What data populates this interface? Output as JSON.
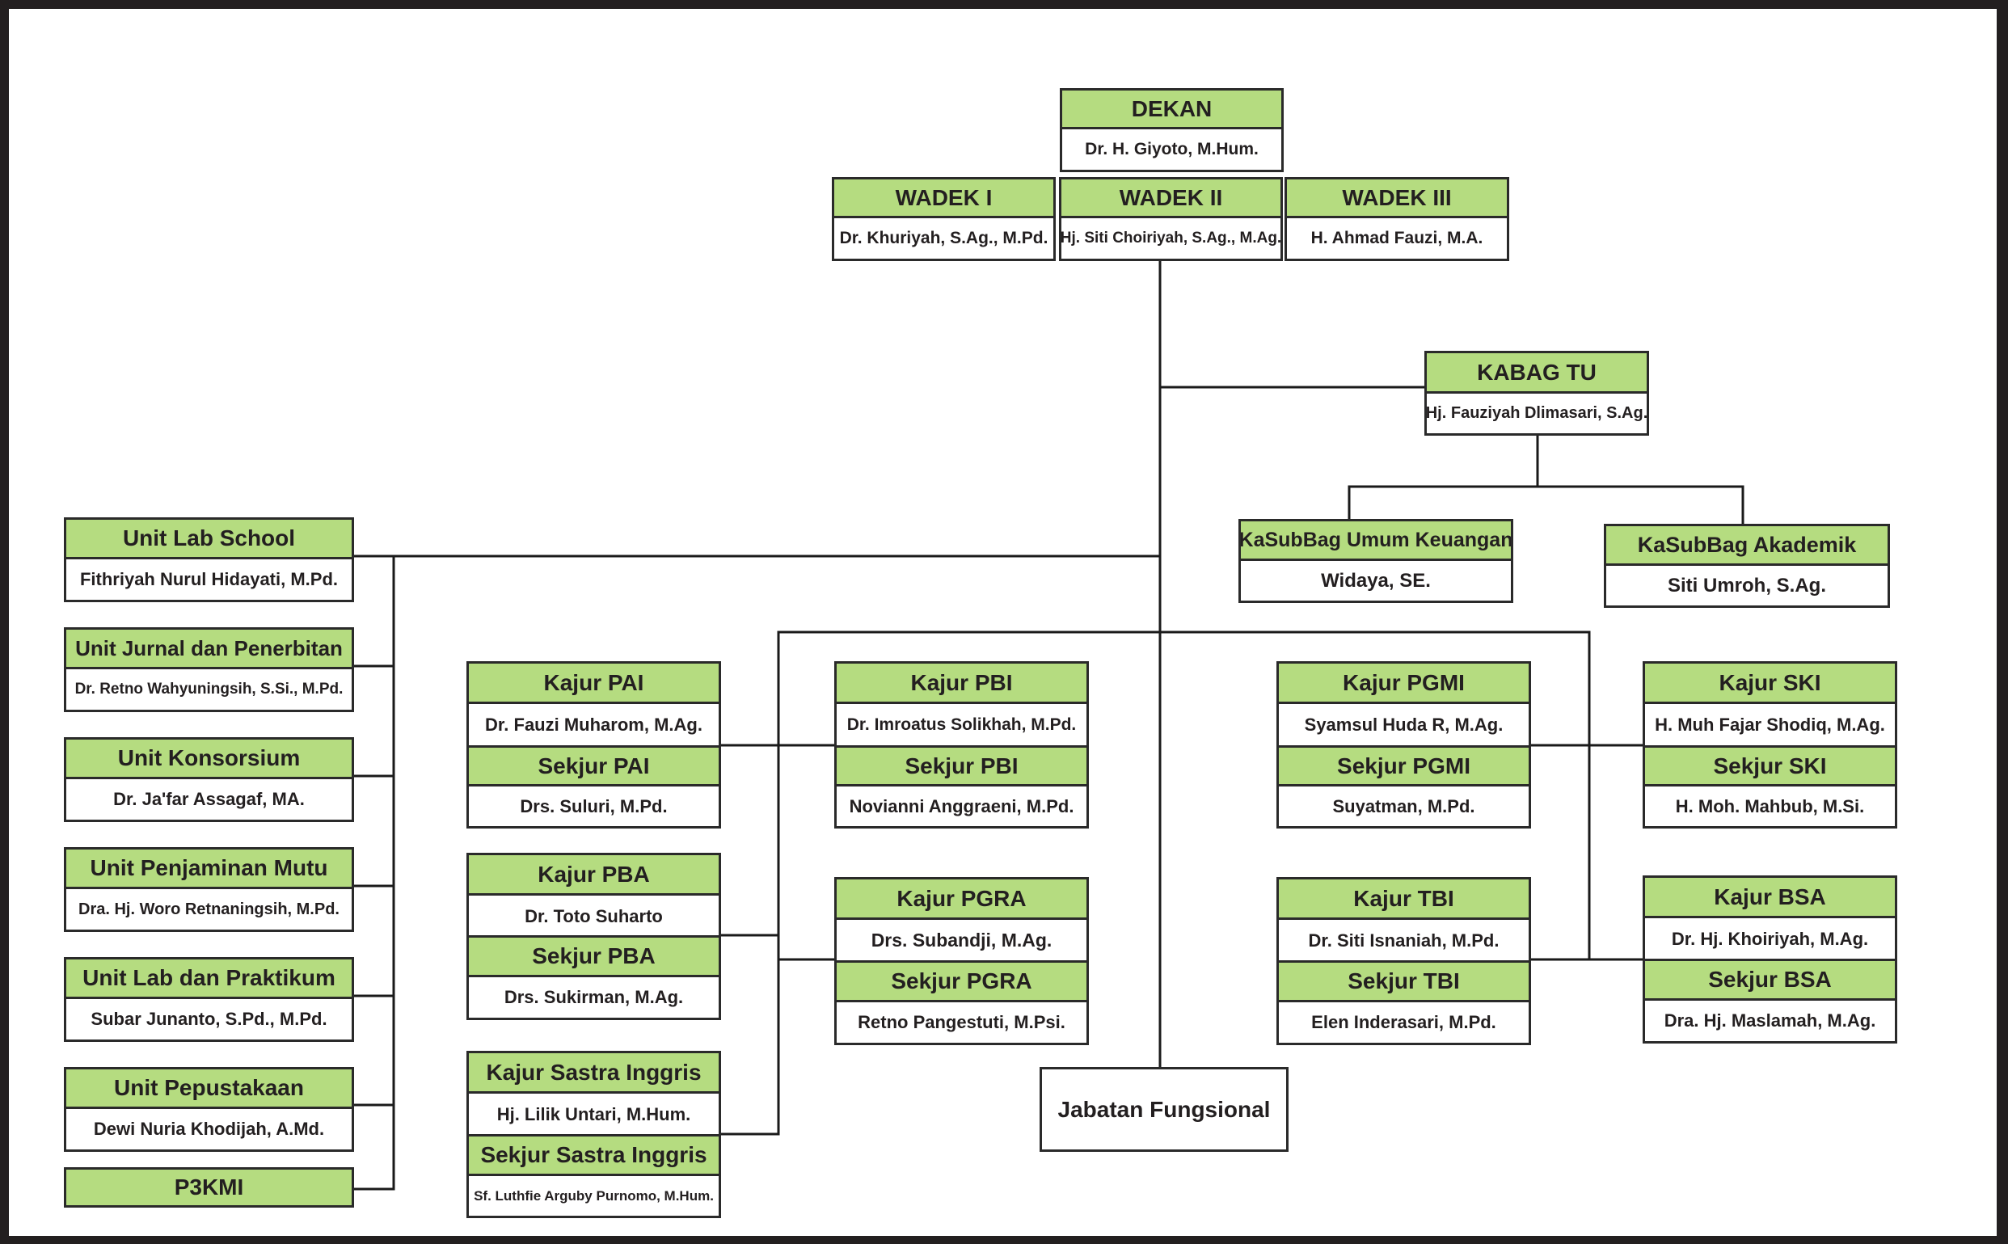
{
  "line_color": "#1a1a1a",
  "title_fill": "#b5dc80",
  "leadership": {
    "dekan": {
      "title": "DEKAN",
      "name": "Dr. H. Giyoto, M.Hum."
    },
    "wadek1": {
      "title": "WADEK I",
      "name": "Dr. Khuriyah, S.Ag., M.Pd."
    },
    "wadek2": {
      "title": "WADEK II",
      "name": "Hj. Siti Choiriyah, S.Ag., M.Ag."
    },
    "wadek3": {
      "title": "WADEK III",
      "name": "H. Ahmad Fauzi, M.A."
    }
  },
  "administration": {
    "kabag": {
      "title": "KABAG TU",
      "name": "Hj. Fauziyah Dlimasari, S.Ag."
    },
    "kasubbag_umum": {
      "title": "KaSubBag Umum Keuangan",
      "name": "Widaya, SE."
    },
    "kasubbag_akademik": {
      "title": "KaSubBag Akademik",
      "name": "Siti Umroh, S.Ag."
    }
  },
  "units": [
    {
      "title": "Unit Lab School",
      "name": "Fithriyah Nurul Hidayati, M.Pd."
    },
    {
      "title": "Unit Jurnal dan Penerbitan",
      "name": "Dr. Retno Wahyuningsih, S.Si., M.Pd."
    },
    {
      "title": "Unit Konsorsium",
      "name": "Dr. Ja'far Assagaf, MA."
    },
    {
      "title": "Unit Penjaminan Mutu",
      "name": "Dra. Hj. Woro Retnaningsih, M.Pd."
    },
    {
      "title": "Unit Lab dan Praktikum",
      "name": "Subar Junanto, S.Pd., M.Pd."
    },
    {
      "title": "Unit Pepustakaan",
      "name": "Dewi Nuria Khodijah, A.Md."
    },
    {
      "title": "P3KMI"
    }
  ],
  "departments": {
    "pai": {
      "kajur": {
        "title": "Kajur PAI",
        "name": "Dr. Fauzi Muharom, M.Ag."
      },
      "sekjur": {
        "title": "Sekjur PAI",
        "name": "Drs. Suluri, M.Pd."
      }
    },
    "pba": {
      "kajur": {
        "title": "Kajur PBA",
        "name": "Dr. Toto Suharto"
      },
      "sekjur": {
        "title": "Sekjur PBA",
        "name": "Drs. Sukirman, M.Ag."
      }
    },
    "sastra": {
      "kajur": {
        "title": "Kajur Sastra Inggris",
        "name": "Hj. Lilik Untari, M.Hum."
      },
      "sekjur": {
        "title": "Sekjur Sastra Inggris",
        "name": "Sf. Luthfie Arguby Purnomo, M.Hum."
      }
    },
    "pbi": {
      "kajur": {
        "title": "Kajur PBI",
        "name": "Dr. Imroatus Solikhah, M.Pd."
      },
      "sekjur": {
        "title": "Sekjur PBI",
        "name": "Novianni Anggraeni, M.Pd."
      }
    },
    "pgra": {
      "kajur": {
        "title": "Kajur PGRA",
        "name": "Drs. Subandji, M.Ag."
      },
      "sekjur": {
        "title": "Sekjur PGRA",
        "name": "Retno Pangestuti, M.Psi."
      }
    },
    "pgmi": {
      "kajur": {
        "title": "Kajur PGMI",
        "name": "Syamsul Huda R, M.Ag."
      },
      "sekjur": {
        "title": "Sekjur PGMI",
        "name": "Suyatman, M.Pd."
      }
    },
    "tbi": {
      "kajur": {
        "title": "Kajur TBI",
        "name": "Dr. Siti Isnaniah, M.Pd."
      },
      "sekjur": {
        "title": "Sekjur TBI",
        "name": "Elen Inderasari, M.Pd."
      }
    },
    "ski": {
      "kajur": {
        "title": "Kajur SKI",
        "name": "H. Muh Fajar Shodiq, M.Ag."
      },
      "sekjur": {
        "title": "Sekjur SKI",
        "name": "H. Moh. Mahbub, M.Si."
      }
    },
    "bsa": {
      "kajur": {
        "title": "Kajur BSA",
        "name": "Dr. Hj. Khoiriyah, M.Ag."
      },
      "sekjur": {
        "title": "Sekjur BSA",
        "name": "Dra. Hj. Maslamah, M.Ag."
      }
    }
  },
  "jabatan": {
    "label": "Jabatan Fungsional"
  }
}
